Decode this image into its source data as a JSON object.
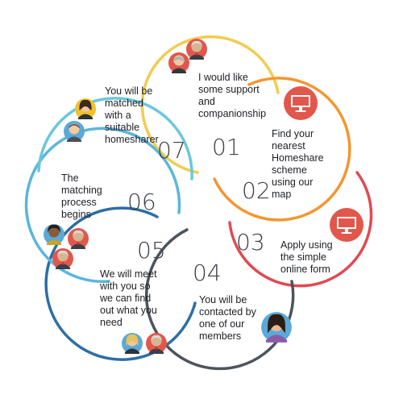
{
  "steps": [
    {
      "number": "01",
      "color": "#f2cc4f",
      "lines": [
        "I would like",
        "some support",
        "and",
        "companionship"
      ],
      "icons": [
        "woman-avatar-icon",
        "older-man-avatar-icon"
      ]
    },
    {
      "number": "02",
      "color": "#f4962f",
      "lines": [
        "Find your",
        "nearest",
        "Homeshare",
        "scheme",
        "using our",
        "map"
      ],
      "icons": [
        "computer-monitor-icon"
      ]
    },
    {
      "number": "03",
      "color": "#e04a52",
      "lines": [
        "Apply using",
        "the simple",
        "online form"
      ],
      "icons": [
        "computer-monitor-icon"
      ]
    },
    {
      "number": "04",
      "color": "#4d545c",
      "lines": [
        "You will be",
        "contacted by",
        "one of our",
        "members"
      ],
      "icons": [
        "woman-avatar-icon"
      ]
    },
    {
      "number": "05",
      "color": "#2d6ea6",
      "lines": [
        "We will meet",
        "with you so",
        "we can find",
        "out what you",
        "need"
      ],
      "icons": [
        "woman-avatar-icon",
        "older-man-avatar-icon"
      ]
    },
    {
      "number": "06",
      "color": "#5ab6dd",
      "lines": [
        "The",
        "matching",
        "process",
        "begins"
      ],
      "icons": [
        "woman-avatar-icon",
        "man-avatar-icon",
        "older-man-avatar-icon"
      ]
    },
    {
      "number": "07",
      "color": "#6ac8da",
      "lines": [
        "You will be",
        "matched",
        "with a",
        "suitable",
        "homesharer"
      ],
      "icons": [
        "woman-avatar-icon",
        "man-avatar-icon"
      ]
    }
  ]
}
